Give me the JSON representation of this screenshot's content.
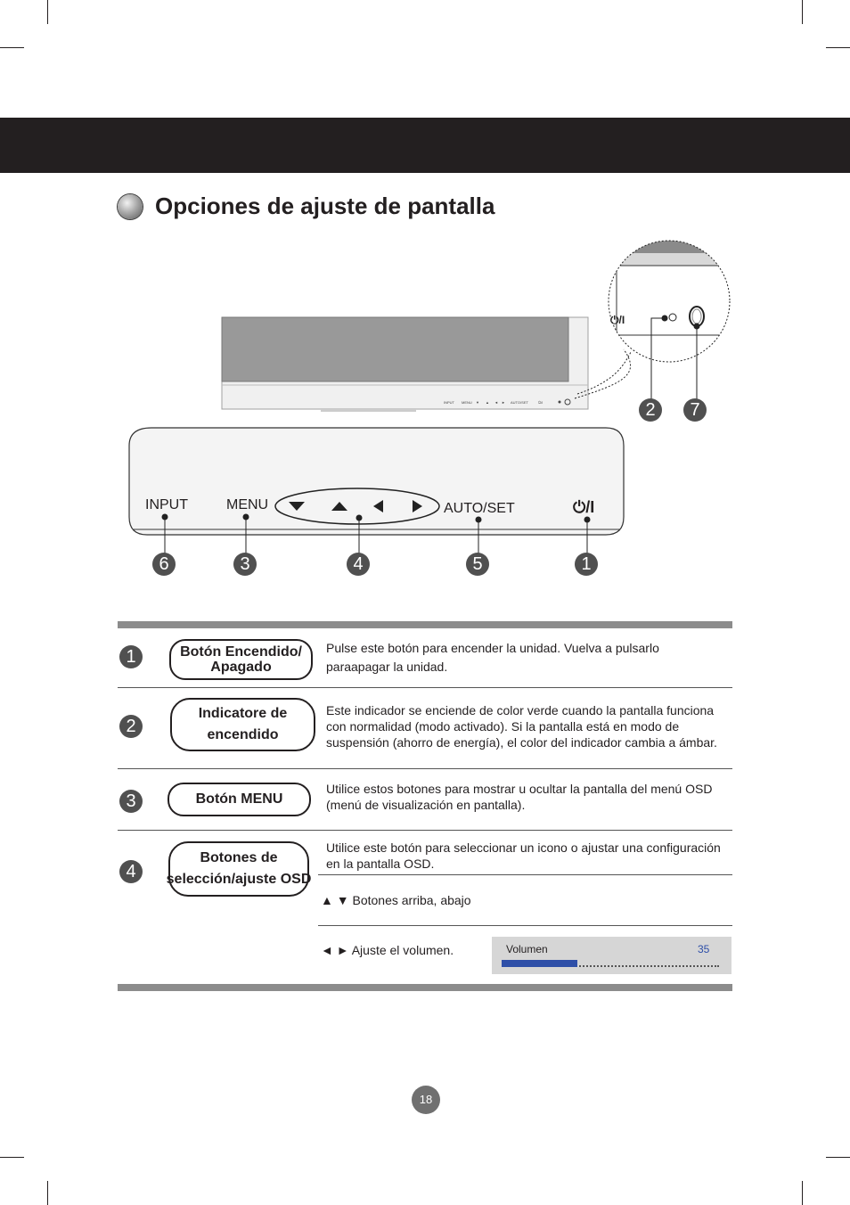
{
  "section": {
    "title": "Opciones de ajuste de pantalla"
  },
  "diagram": {
    "panel_buttons": {
      "input": "INPUT",
      "menu": "MENU",
      "autoset": "AUTO/SET",
      "power": "⏻/I"
    },
    "callouts": [
      "6",
      "3",
      "4",
      "5",
      "1",
      "2",
      "7"
    ]
  },
  "table": {
    "rows": [
      {
        "num": "1",
        "label_line1": "Botón Encendido/",
        "label_line2": "Apagado",
        "desc": "Pulse este botón para encender la unidad. Vuelva a pulsarlo paraapagar la unidad."
      },
      {
        "num": "2",
        "label_line1": "Indicatore de",
        "label_line2": "encendido",
        "desc": "Este indicador se enciende de color verde cuando la pantalla funciona con normalidad (modo activado). Si la pantalla está en modo de suspensión (ahorro de energía), el color del indicador cambia a ámbar."
      },
      {
        "num": "3",
        "label_line1": "Botón MENU",
        "label_line2": "",
        "desc": "Utilice estos botones para mostrar u ocultar la pantalla del menú OSD (menú de visualización en pantalla)."
      },
      {
        "num": "4",
        "label_line1": "Botones de",
        "label_line2": "selección/ajuste OSD",
        "desc": "Utilice este botón para seleccionar un icono o ajustar una configuración en la pantalla OSD.",
        "sub1": "▲ ▼ Botones arriba, abajo",
        "sub2": "◄ ► Ajuste el volumen.",
        "osd": {
          "label": "Volumen",
          "value": "35",
          "level_fraction": 0.35
        }
      }
    ]
  },
  "page_number": "18",
  "colors": {
    "header_band": "#231f20",
    "rule_bar": "#8c8c8c",
    "osd_bar": "#2e4fa8",
    "osd_value": "#2e4fa8",
    "osd_bg": "#d6d6d6"
  }
}
